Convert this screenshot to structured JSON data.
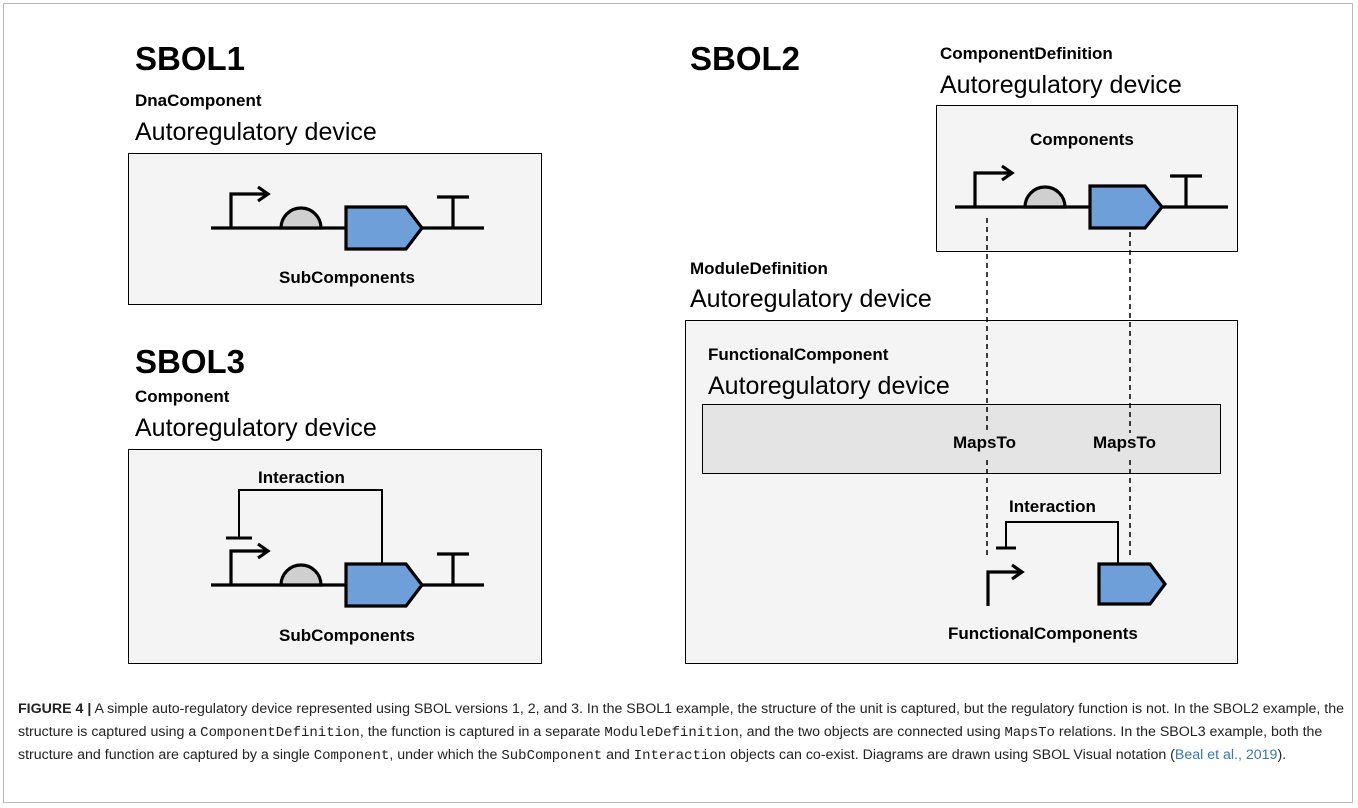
{
  "sbol1": {
    "title": "SBOL1",
    "class_label": "DnaComponent",
    "device_name": "Autoregulatory device",
    "box_label": "SubComponents"
  },
  "sbol3": {
    "title": "SBOL3",
    "class_label": "Component",
    "device_name": "Autoregulatory device",
    "interaction_label": "Interaction",
    "box_label": "SubComponents"
  },
  "sbol2": {
    "title": "SBOL2",
    "component_definition": {
      "class_label": "ComponentDefinition",
      "device_name": "Autoregulatory device",
      "box_label": "Components"
    },
    "module_definition": {
      "class_label": "ModuleDefinition",
      "device_name": "Autoregulatory device"
    },
    "functional_component": {
      "class_label": "FunctionalComponent",
      "device_name": "Autoregulatory device",
      "maps_to_left": "MapsTo",
      "maps_to_right": "MapsTo",
      "interaction_label": "Interaction",
      "bottom_label": "FunctionalComponents"
    }
  },
  "colors": {
    "cds_fill": "#6f9fd8",
    "rbs_fill": "#cfcfcf",
    "box_fill": "#f4f4f4",
    "band_fill": "#e4e4e4",
    "ref_link": "#3a76b9"
  },
  "caption": {
    "figure_label": "FIGURE 4 |",
    "t1": " A simple auto-regulatory device represented using SBOL versions 1, 2, and 3. In the SBOL1 example, the structure of the unit is captured, but the regulatory function is not. In the SBOL2 example, the structure is captured using a ",
    "c1": "ComponentDefinition",
    "t2": ", the function is captured in a separate ",
    "c2": "ModuleDefinition",
    "t3": ", and the two objects are connected using ",
    "c3": "MapsTo",
    "t4": " relations. In the SBOL3 example, both the structure and function are captured by a single ",
    "c4": "Component",
    "t5": ", under which the ",
    "c5": "SubComponent",
    "t6": " and ",
    "c6": "Interaction",
    "t7": " objects can co-exist. Diagrams are drawn using SBOL Visual notation (",
    "ref": "Beal et al., 2019",
    "t8": ")."
  }
}
